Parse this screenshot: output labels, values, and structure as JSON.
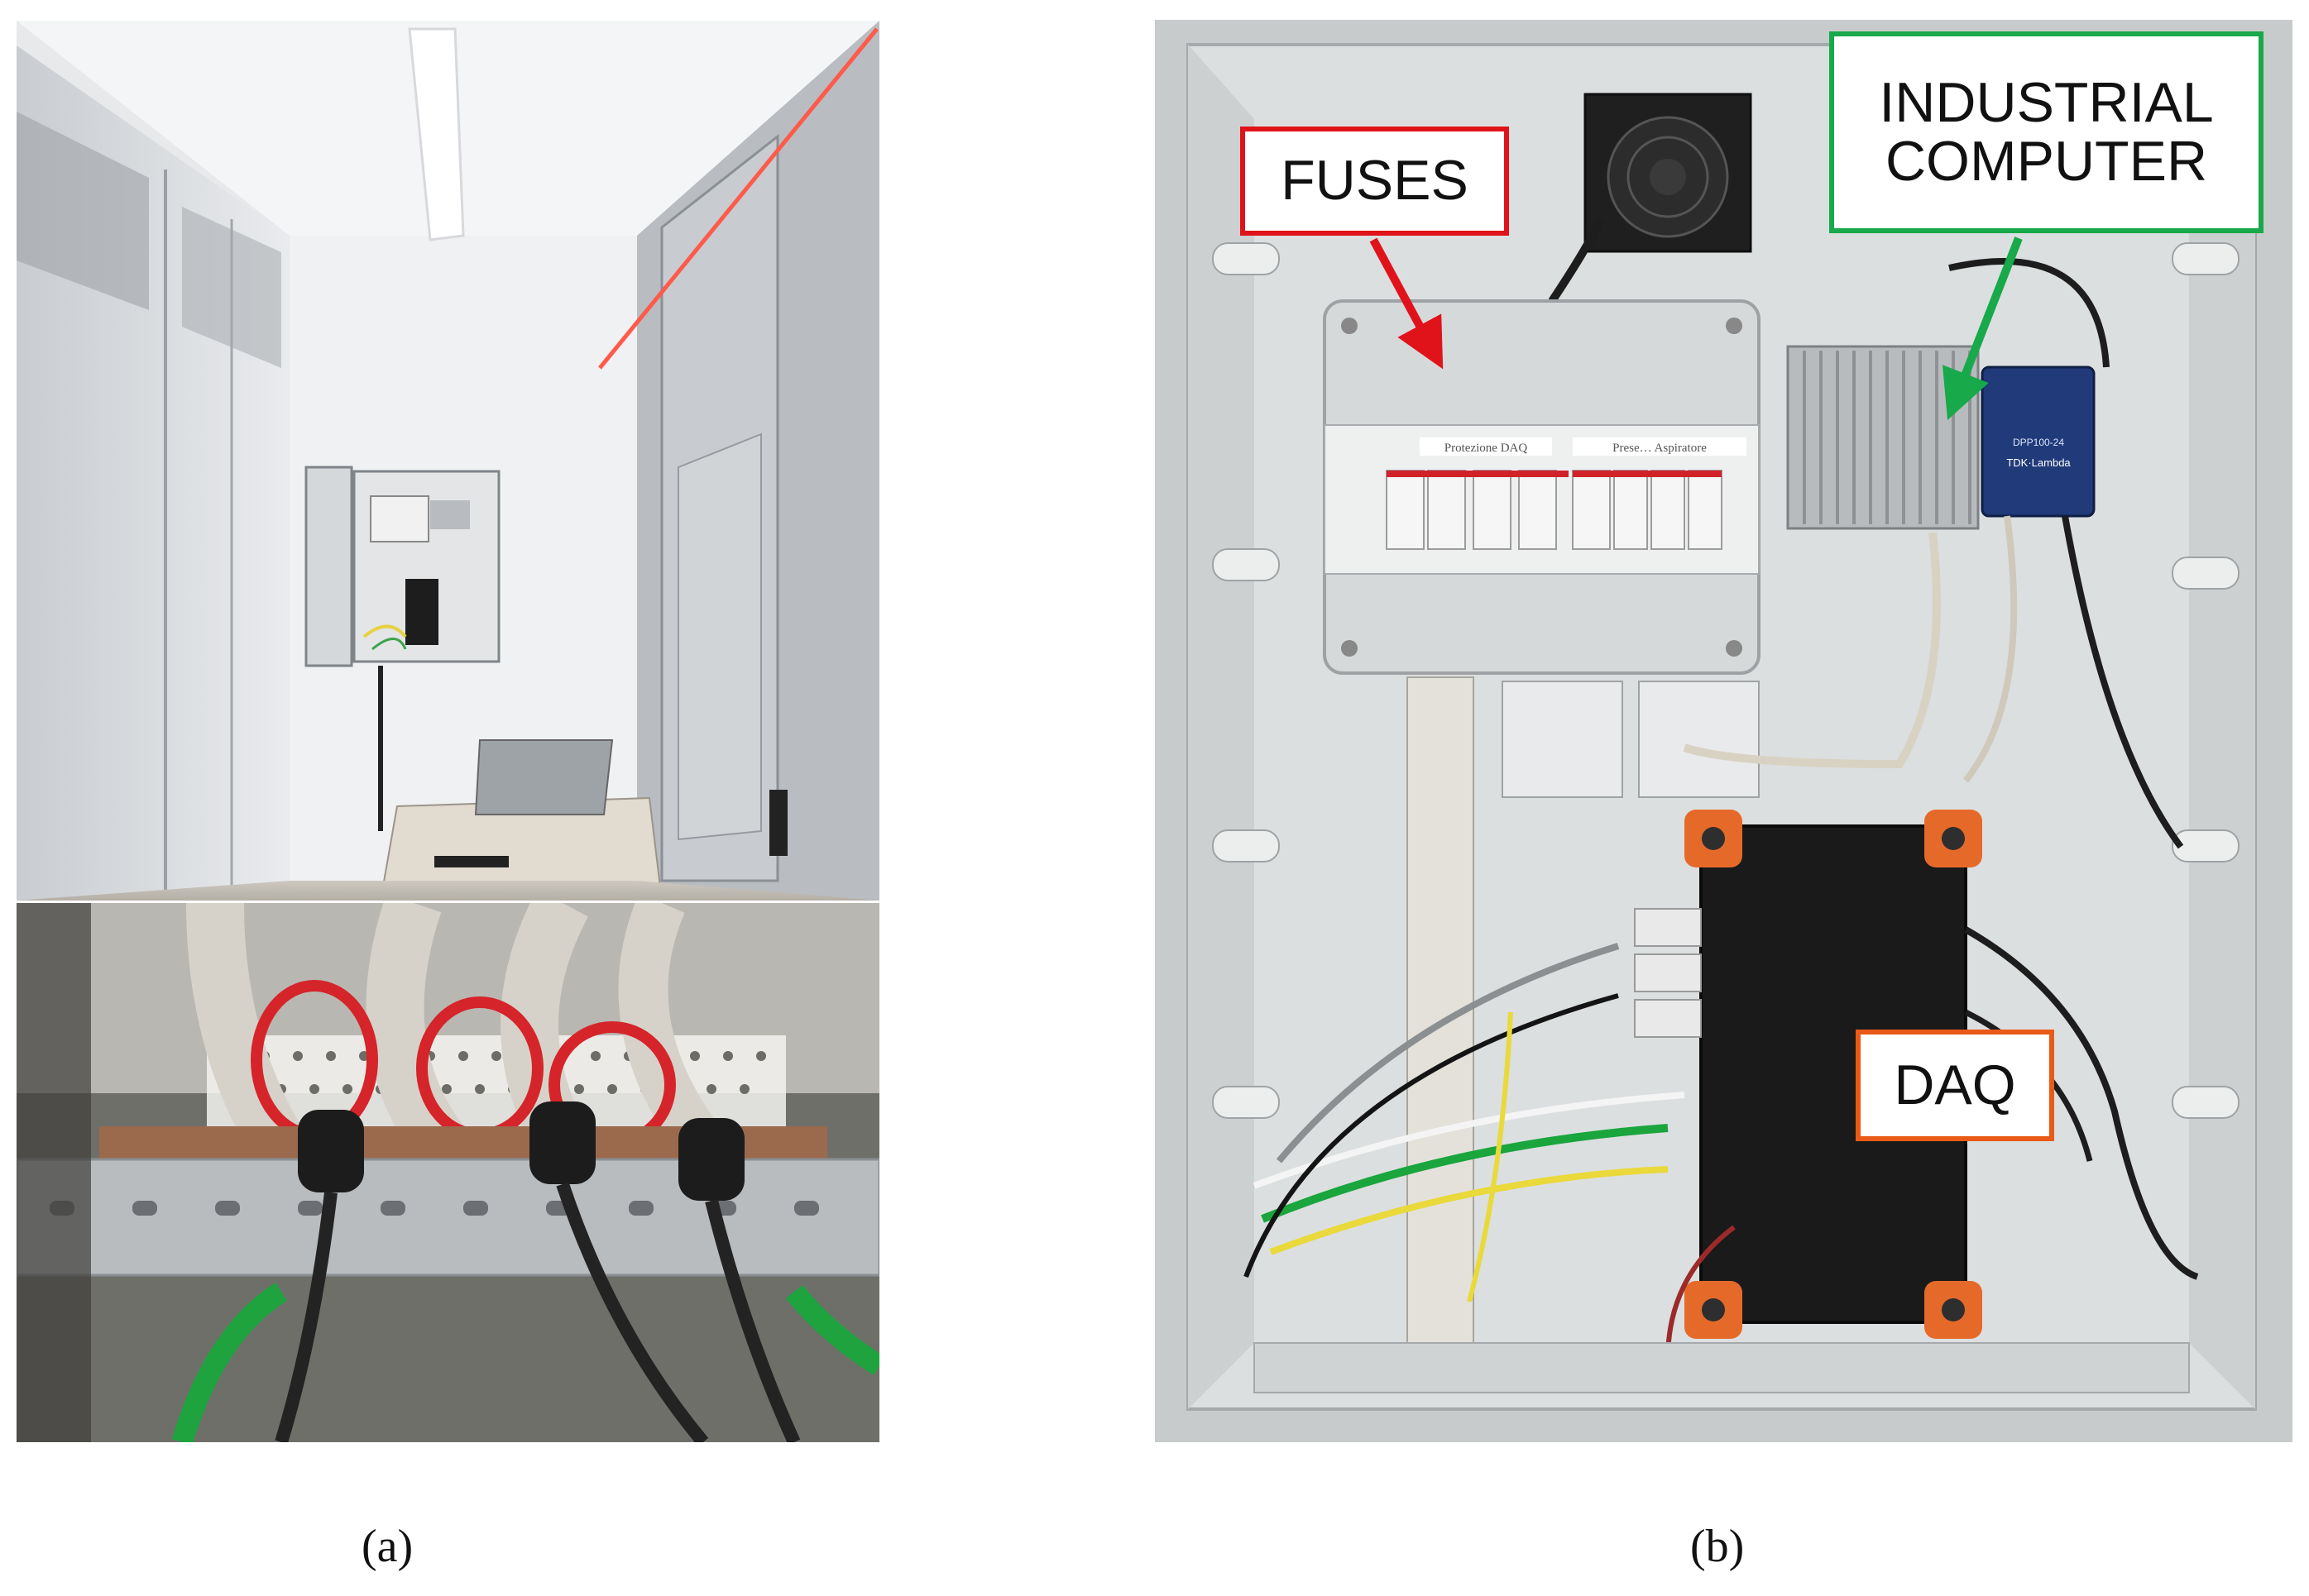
{
  "figure": {
    "panel_a_caption": "(a)",
    "panel_b_caption": "(b)"
  },
  "callouts": {
    "fuses": "FUSES",
    "computer_line1": "INDUSTRIAL",
    "computer_line2": "COMPUTER",
    "daq": "DAQ"
  },
  "panel_labels": {
    "fuse_box_label_left": "Protezione DAQ",
    "fuse_box_label_right": "Prese… Aspiratore",
    "psu_brand": "TDK·Lambda",
    "psu_model": "DPP100-24"
  },
  "colors": {
    "fuses_frame": "#e0131b",
    "computer_frame": "#17a94a",
    "daq_frame": "#ea5a17"
  }
}
